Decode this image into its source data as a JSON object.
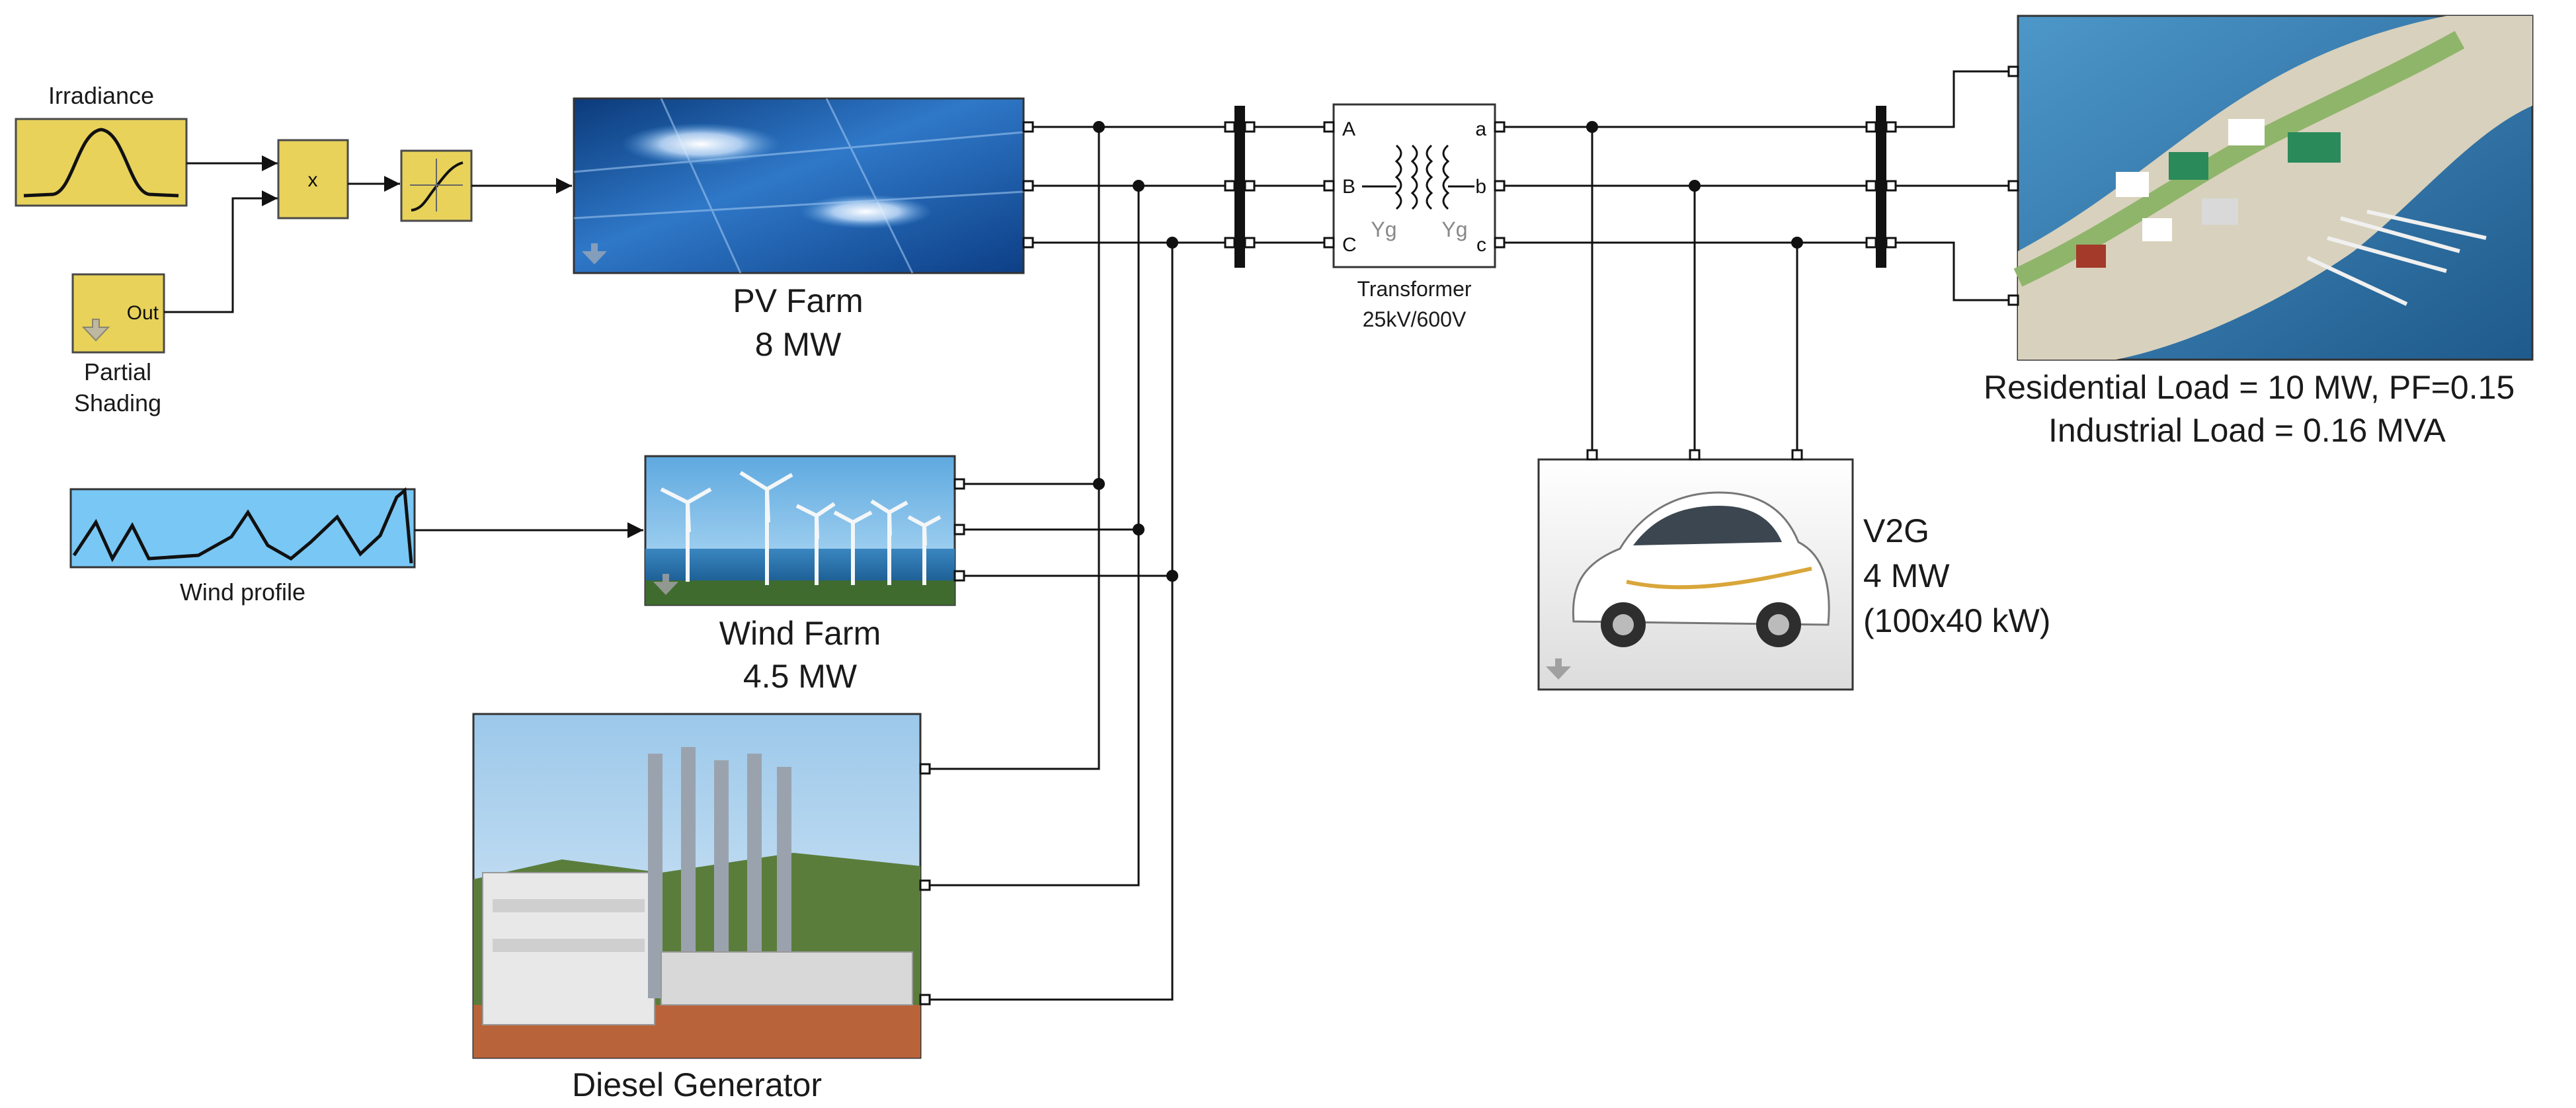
{
  "blocks": {
    "irradiance": {
      "label": "Irradiance"
    },
    "product": {
      "symbol": "x"
    },
    "partial_shading": {
      "out_label": "Out",
      "label_line1": "Partial",
      "label_line2": "Shading"
    },
    "pv_farm": {
      "label_line1": "PV Farm",
      "label_line2": "8 MW"
    },
    "wind_profile": {
      "label": "Wind profile"
    },
    "wind_farm": {
      "label_line1": "Wind Farm",
      "label_line2": "4.5 MW"
    },
    "diesel": {
      "label": "Diesel Generator"
    },
    "transformer": {
      "label_line1": "Transformer",
      "label_line2": "25kV/600V",
      "ports_left": [
        "A",
        "B",
        "C"
      ],
      "ports_right": [
        "a",
        "b",
        "c"
      ],
      "winding_left": "Yg",
      "winding_right": "Yg"
    },
    "load": {
      "label_line1": "Residential Load = 10 MW, PF=0.15",
      "label_line2": "Industrial Load = 0.16 MVA"
    },
    "v2g": {
      "label_line1": "V2G",
      "label_line2": "4 MW",
      "label_line3": "(100x40 kW)"
    }
  },
  "colors": {
    "block_yellow": "#e8d25a",
    "wind_profile_blue": "#79c7f5",
    "pv_blue": "#1f5fa6",
    "wire": "#111111"
  },
  "icons": [
    "mask-arrow-icon",
    "sine-pulse-icon",
    "saturation-icon",
    "transformer-coils-icon"
  ]
}
